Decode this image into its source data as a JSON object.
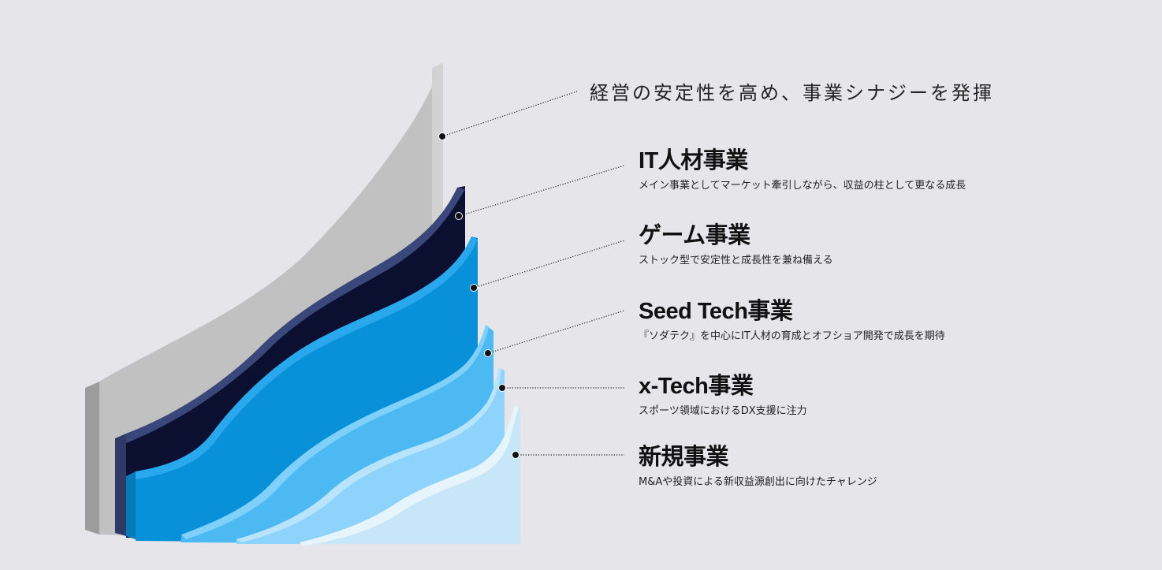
{
  "headline": "経営の安定性を高め、事業シナジーを発揮",
  "businesses": [
    {
      "title": "IT人材事業",
      "description": "メイン事業としてマーケット牽引しながら、収益の柱として更なる成長",
      "color": "#0a0f2e"
    },
    {
      "title": "ゲーム事業",
      "description": "ストック型で安定性と成長性を兼ね備える",
      "color": "#0890d8"
    },
    {
      "title": "Seed Tech事業",
      "description": "『ソダテク』を中心にIT人材の育成とオフショア開発で成長を期待",
      "color": "#4fbef5"
    },
    {
      "title": "x-Tech事業",
      "description": "スポーツ領域におけるDX支援に注力",
      "color": "#8fd3fb"
    },
    {
      "title": "新規事業",
      "description": "M&Aや投資による新収益源創出に向けたチャレンジ",
      "color": "#c7e6f8"
    }
  ],
  "foundation_color": "#c0c0c0"
}
